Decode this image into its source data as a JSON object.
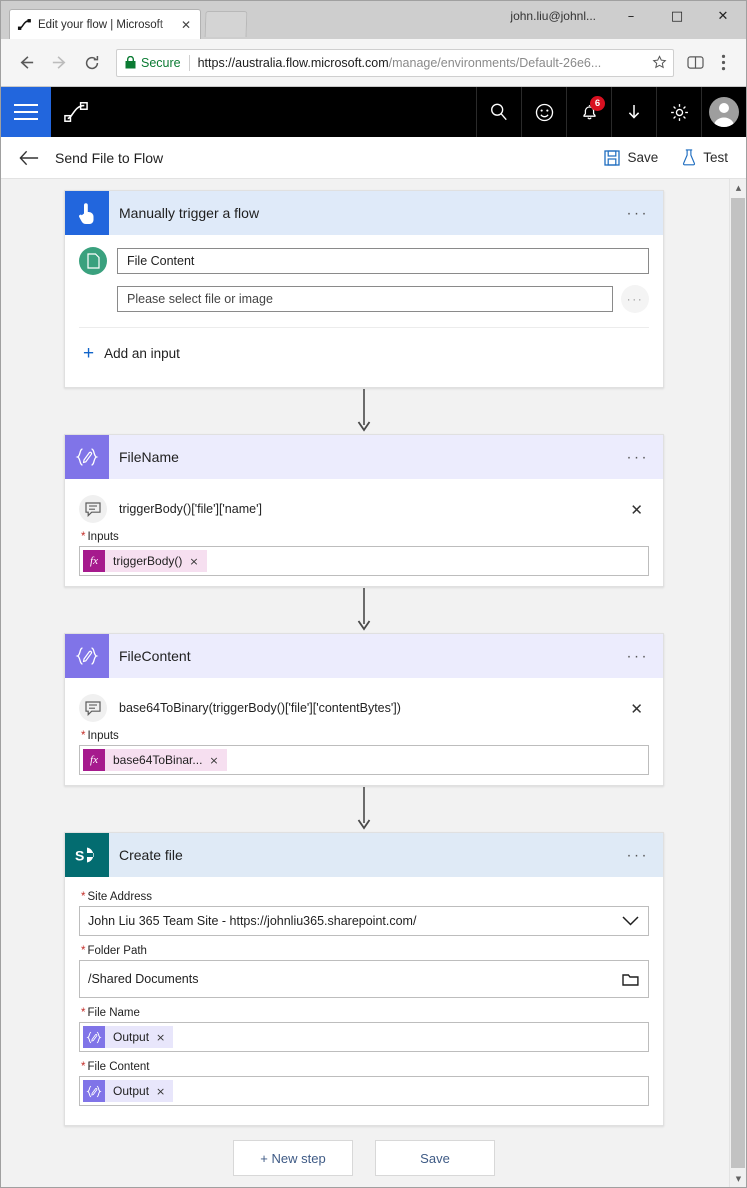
{
  "window": {
    "account": "john.liu@johnl...",
    "minimize": "–",
    "maximize": "□",
    "close": "✕"
  },
  "browser": {
    "tab_title": "Edit your flow | Microsoft",
    "tab_close": "✕",
    "secure_label": "Secure",
    "url_host": "https://australia.flow.microsoft.com",
    "url_path": "/manage/environments/Default-26e6...",
    "back_icon": "back-arrow-icon",
    "forward_icon": "forward-arrow-icon",
    "reload_icon": "reload-icon",
    "star_icon": "bookmark-star-icon",
    "menu_icon": "browser-menu-icon"
  },
  "flownav": {
    "hamburger_icon": "hamburger-menu-icon",
    "logo_icon": "microsoft-flow-logo-icon",
    "icons": [
      {
        "name": "search-icon",
        "glyph": "search"
      },
      {
        "name": "feedback-smiley-icon",
        "glyph": "smiley"
      },
      {
        "name": "notifications-bell-icon",
        "glyph": "bell",
        "badge": "6"
      },
      {
        "name": "download-icon",
        "glyph": "download"
      },
      {
        "name": "settings-gear-icon",
        "glyph": "gear"
      }
    ],
    "avatar": "user-avatar"
  },
  "commandbar": {
    "back_label": "back-arrow",
    "title": "Send File to Flow",
    "save_label": "Save",
    "test_label": "Test"
  },
  "colors": {
    "accent_blue": "#2266dd",
    "trigger_header": "#dfeaf9",
    "compose_header": "#ececfd",
    "compose_icon": "#8074e8",
    "sharepoint_icon": "#036c70",
    "sharepoint_header": "#dfeaf6",
    "teal_circle": "#3aa17e",
    "fx_chip": "#a61a8d",
    "required_star": "#c4302b",
    "notification_badge": "#d81020"
  },
  "cards": [
    {
      "id": "manually-trigger-a-flow",
      "title": "Manually trigger a flow",
      "icon": "hand-tap-icon",
      "overflow": "···",
      "param_icon": "file-document-icon",
      "param_name": "File Content",
      "param_placeholder": "Please select file or image",
      "param_more": "···",
      "add_input_label": "Add an input",
      "add_input_plus": "+"
    },
    {
      "id": "filename",
      "title": "FileName",
      "icon": "compose-braces-icon",
      "overflow": "···",
      "comment_icon": "comment-note-icon",
      "expression": "triggerBody()['file']['name']",
      "close": "✕",
      "inputs_label": "Inputs",
      "token_icon": "fx-expression-icon",
      "token_icon_text": "fx",
      "token_text": "triggerBody()",
      "token_remove": "×"
    },
    {
      "id": "filecontent",
      "title": "FileContent",
      "icon": "compose-braces-icon",
      "overflow": "···",
      "comment_icon": "comment-note-icon",
      "expression": "base64ToBinary(triggerBody()['file']['contentBytes'])",
      "close": "✕",
      "inputs_label": "Inputs",
      "token_icon": "fx-expression-icon",
      "token_icon_text": "fx",
      "token_text": "base64ToBinar...",
      "token_remove": "×"
    },
    {
      "id": "create-file",
      "title": "Create file",
      "icon": "sharepoint-logo-icon",
      "overflow": "···",
      "fields": [
        {
          "label": "Site Address",
          "required": true,
          "value": "John Liu 365 Team Site - https://johnliu365.sharepoint.com/",
          "adorn": "chevron-down-icon"
        },
        {
          "label": "Folder Path",
          "required": true,
          "value": "/Shared Documents",
          "adorn": "folder-picker-icon"
        },
        {
          "label": "File Name",
          "required": true,
          "token": {
            "icon": "compose-braces-icon",
            "text": "Output",
            "remove": "×"
          }
        },
        {
          "label": "File Content",
          "required": true,
          "token": {
            "icon": "compose-braces-icon",
            "text": "Output",
            "remove": "×"
          }
        }
      ]
    }
  ],
  "bottom": {
    "new_step": "+ New step",
    "save": "Save"
  },
  "scrollbar": {
    "up": "▲",
    "down": "▼"
  }
}
